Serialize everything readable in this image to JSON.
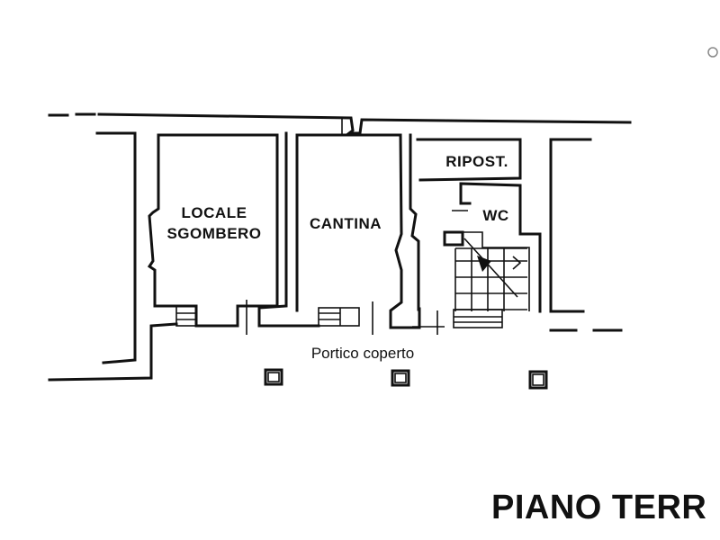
{
  "rooms": {
    "locale_sgombero_line1": "LOCALE",
    "locale_sgombero_line2": "SGOMBERO",
    "cantina": "CANTINA",
    "ripostiglio": "RIPOST.",
    "wc": "WC"
  },
  "portico_label": "Portico coperto",
  "floor_title": "PIANO TERR"
}
